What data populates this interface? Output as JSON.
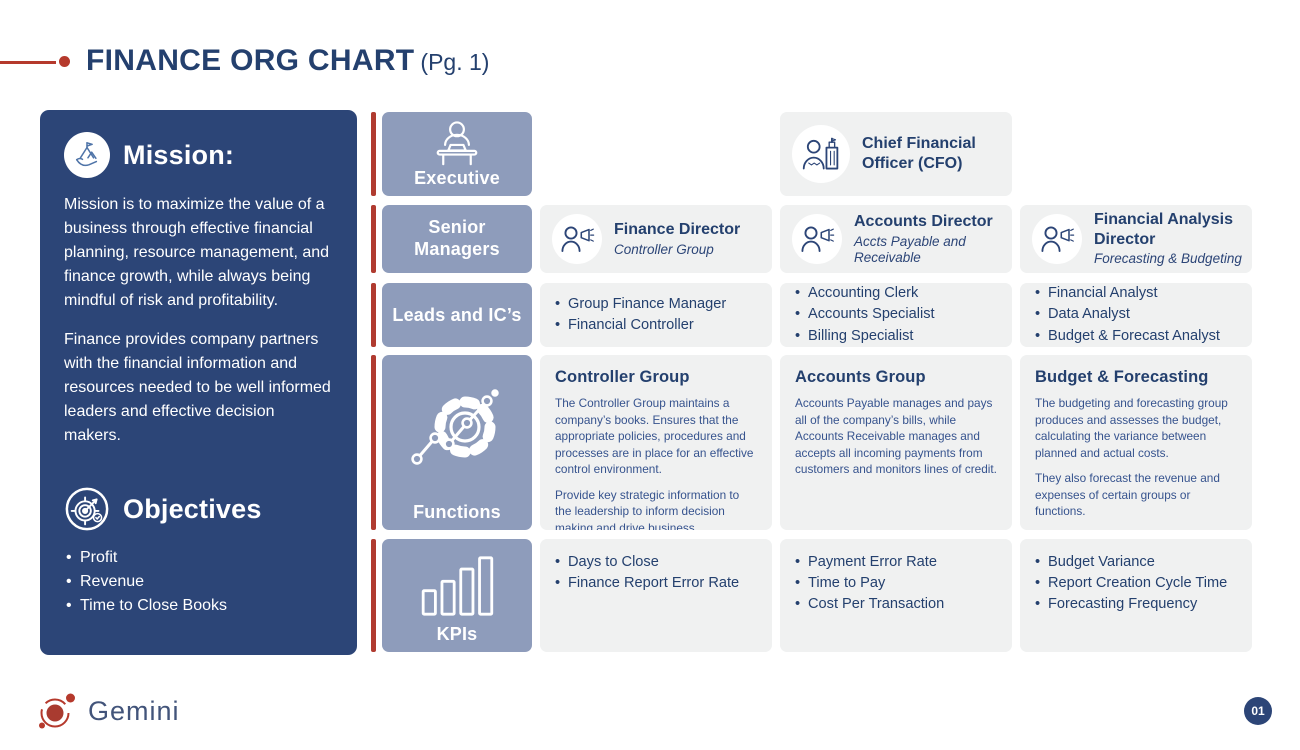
{
  "page": {
    "title": "FINANCE ORG CHART",
    "page_ref": "(Pg. 1)",
    "page_number": "01",
    "brand": "Gemini"
  },
  "colors": {
    "navy": "#24406e",
    "panel_navy": "#2c4577",
    "slate": "#8e9cbb",
    "box_gray": "#f0f1f1",
    "accent_red": "#b5392c"
  },
  "mission": {
    "heading": "Mission:",
    "para1": "Mission is to maximize the value of a business through effective financial planning, resource management, and finance growth, while always being mindful of risk and profitability.",
    "para2": "Finance provides company partners with the financial information and resources needed to be well informed leaders and effective decision makers.",
    "objectives_heading": "Objectives",
    "objectives": [
      "Profit",
      "Revenue",
      "Time to Close Books"
    ]
  },
  "row_labels": {
    "executive": "Executive",
    "senior_managers": "Senior Managers",
    "leads": "Leads and IC’s",
    "functions": "Functions",
    "kpis": "KPIs"
  },
  "executive": {
    "cfo_title": "Chief Financial Officer (CFO)"
  },
  "senior_managers": [
    {
      "title": "Finance Director",
      "subtitle": "Controller Group"
    },
    {
      "title": "Accounts Director",
      "subtitle": "Accts Payable and Receivable"
    },
    {
      "title": "Financial Analysis Director",
      "subtitle": "Forecasting & Budgeting"
    }
  ],
  "leads_ics": {
    "columns": [
      [
        "Group Finance Manager",
        "Financial Controller"
      ],
      [
        "Accounting Clerk",
        "Accounts Specialist",
        "Billing Specialist"
      ],
      [
        "Financial Analyst",
        "Data Analyst",
        "Budget & Forecast Analyst"
      ]
    ]
  },
  "functions": [
    {
      "heading": "Controller Group",
      "para1": "The Controller Group maintains a company’s books.  Ensures that the appropriate policies, procedures and processes are in place for an effective control environment.",
      "para2": "Provide key strategic information to the leadership to inform decision making and drive business performance."
    },
    {
      "heading": "Accounts Group",
      "para1": "Accounts Payable manages and pays all of the company’s bills, while Accounts Receivable manages and accepts all incoming payments from customers and monitors lines of credit.",
      "para2": ""
    },
    {
      "heading": "Budget & Forecasting",
      "para1": "The budgeting and forecasting group produces and assesses the budget, calculating the variance between planned and actual costs.",
      "para2": "They also forecast the revenue and expenses of certain groups or functions."
    }
  ],
  "kpis": {
    "columns": [
      [
        "Days to Close",
        "Finance Report Error Rate"
      ],
      [
        "Payment Error Rate",
        "Time to Pay",
        "Cost Per Transaction"
      ],
      [
        "Budget Variance",
        "Report Creation Cycle Time",
        "Forecasting Frequency"
      ]
    ]
  }
}
